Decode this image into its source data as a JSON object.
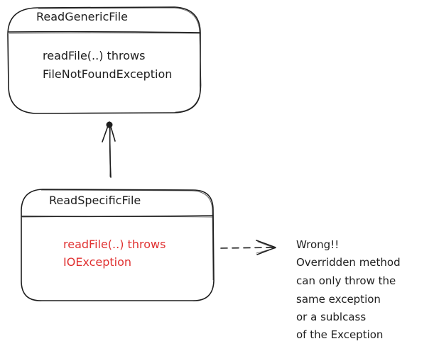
{
  "generic_class": {
    "name": "ReadGenericFile",
    "method_lines": [
      "readFile(..) throws",
      "FileNotFoundException"
    ]
  },
  "specific_class": {
    "name": "ReadSpecificFile",
    "method_lines": [
      "readFile(..) throws",
      "IOException"
    ]
  },
  "note": {
    "lines": [
      "Wrong!!",
      "Overridden method",
      "can only throw the",
      "same exception",
      "or a sublcass",
      "of the Exception"
    ]
  },
  "colors": {
    "ink": "#1e1e1e",
    "error": "#e03131",
    "background": "#ffffff"
  }
}
